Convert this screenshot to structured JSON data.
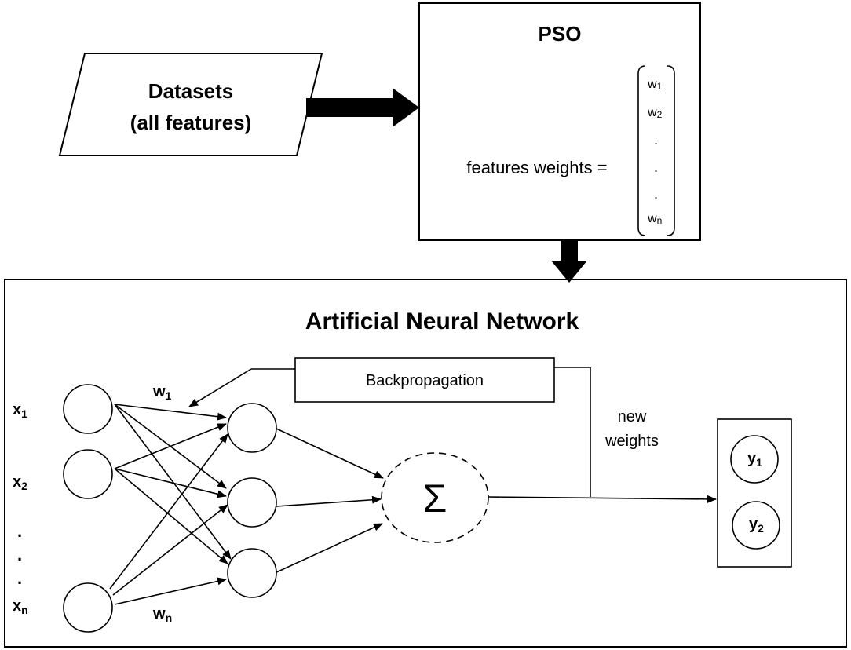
{
  "datasets": {
    "line1": "Datasets",
    "line2": "(all features)"
  },
  "pso": {
    "title": "PSO",
    "features_weights_label": "features weights =",
    "vector": [
      {
        "base": "w",
        "sub": "1"
      },
      {
        "base": "w",
        "sub": "2"
      },
      {
        "base": ".",
        "sub": ""
      },
      {
        "base": ".",
        "sub": ""
      },
      {
        "base": ".",
        "sub": ""
      },
      {
        "base": "w",
        "sub": "n"
      }
    ]
  },
  "ann": {
    "title": "Artificial Neural Network",
    "backprop_label": "Backpropagation",
    "new_weights_line1": "new",
    "new_weights_line2": "weights",
    "sum_symbol": "Σ",
    "inputs": [
      {
        "base": "x",
        "sub": "1"
      },
      {
        "base": "x",
        "sub": "2"
      },
      {
        "base": "x",
        "sub": "n"
      }
    ],
    "dots": ".",
    "weight_labels": [
      {
        "base": "w",
        "sub": "1"
      },
      {
        "base": "w",
        "sub": "n"
      }
    ],
    "outputs": [
      {
        "base": "y",
        "sub": "1"
      },
      {
        "base": "y",
        "sub": "2"
      }
    ]
  }
}
